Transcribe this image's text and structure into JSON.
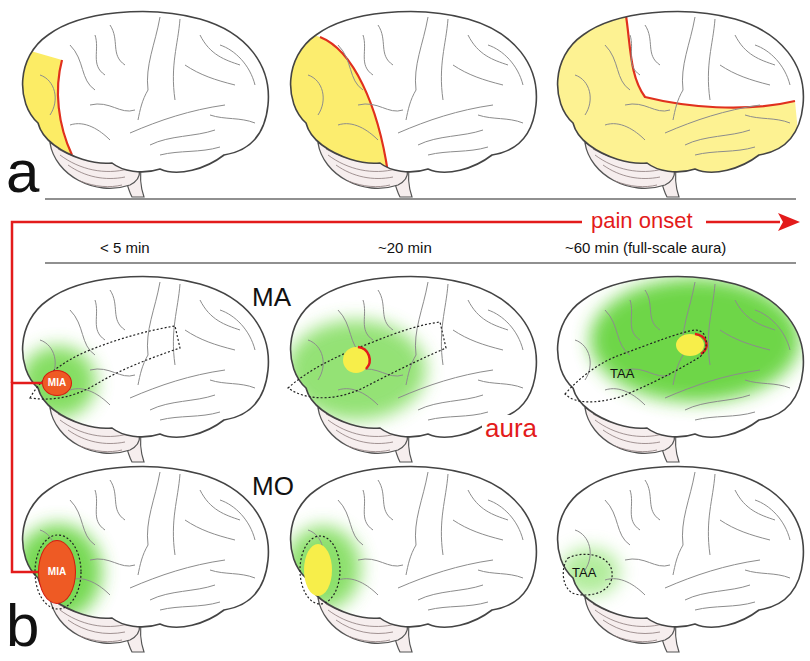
{
  "diagram": {
    "nodes": [
      {
        "text": [
          "MIA"
        ]
      },
      {
        "text": [
          "TAA"
        ]
      },
      {
        "text": [
          "MIA"
        ]
      },
      {
        "text": [
          "TAA"
        ]
      }
    ],
    "edges": [
      {
        "from": 0,
        "to": 2,
        "arrow": "none"
      }
    ],
    "labels": [
      "a",
      "pain onset",
      "< 5 min",
      "~20 min",
      "~60 min (full-scale aura)",
      "MA",
      "aura",
      "MO",
      "b"
    ]
  }
}
